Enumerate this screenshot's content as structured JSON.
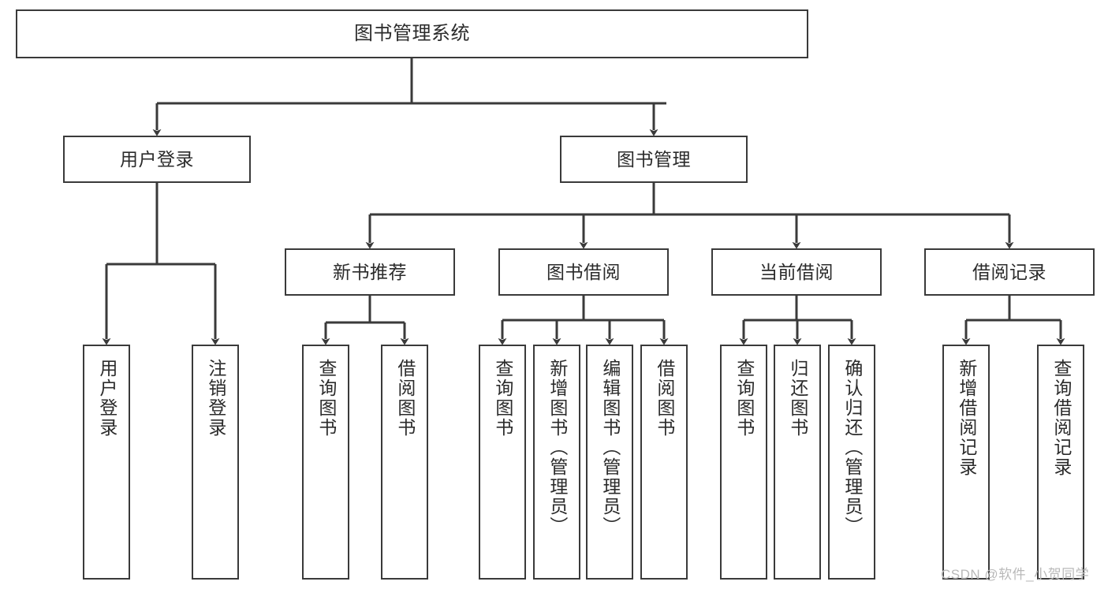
{
  "diagram": {
    "type": "tree",
    "title": "图书管理系统",
    "watermark": "CSDN @软件_小贺同学",
    "style": {
      "border_color": "#3a3a3a",
      "text_color": "#2b2b2b",
      "background": "#ffffff",
      "watermark_color": "#b9b9b9"
    },
    "nodes": {
      "root": {
        "label": "图书管理系统"
      },
      "level2": [
        {
          "label": "用户登录"
        },
        {
          "label": "图书管理"
        }
      ],
      "level3": [
        {
          "label": "新书推荐"
        },
        {
          "label": "图书借阅"
        },
        {
          "label": "当前借阅"
        },
        {
          "label": "借阅记录"
        }
      ],
      "leaves": {
        "user_login": [
          {
            "label": "用户登录"
          },
          {
            "label": "注销登录"
          }
        ],
        "new_book_recommend": [
          {
            "label": "查询图书"
          },
          {
            "label": "借阅图书"
          }
        ],
        "book_borrow": [
          {
            "label": "查询图书"
          },
          {
            "label": "新增图书（管理员）"
          },
          {
            "label": "编辑图书（管理员）"
          },
          {
            "label": "借阅图书"
          }
        ],
        "current_borrow": [
          {
            "label": "查询图书"
          },
          {
            "label": "归还图书"
          },
          {
            "label": "确认归还（管理员）"
          }
        ],
        "borrow_record": [
          {
            "label": "新增借阅记录"
          },
          {
            "label": "查询借阅记录"
          }
        ]
      }
    }
  }
}
